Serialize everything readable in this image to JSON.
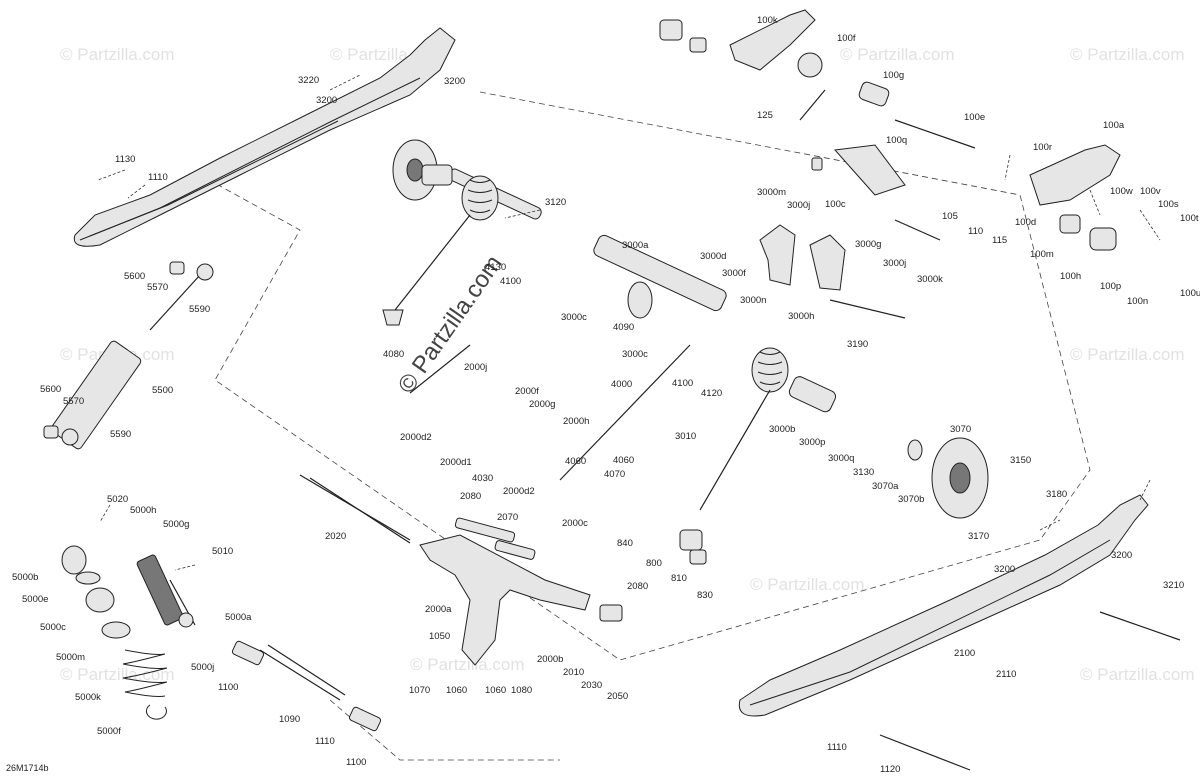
{
  "watermarks": {
    "primary": "© Partzilla.com",
    "tile": "© Partzilla.com"
  },
  "drawing_code": "26M1714b",
  "callouts": [
    "100k",
    "100f",
    "100g",
    "125",
    "100e",
    "100q",
    "100c",
    "100a",
    "100r",
    "100w",
    "100v",
    "100s",
    "100t",
    "100d",
    "100m",
    "100h",
    "100p",
    "100n",
    "100u",
    "3220",
    "3200",
    "3200",
    "1130",
    "1110",
    "5600",
    "5570",
    "5590",
    "5500",
    "5600",
    "5570",
    "5590",
    "3120",
    "4130",
    "4100",
    "3000a",
    "3000d",
    "3000f",
    "3000n",
    "3000c",
    "4090",
    "3000c",
    "3000m",
    "3000j",
    "3000g",
    "3000j",
    "3000k",
    "3000h",
    "3190",
    "105",
    "110",
    "115",
    "4080",
    "4060",
    "2000j",
    "2000f",
    "2000g",
    "2000h",
    "2000d2",
    "2000d1",
    "4030",
    "2000d2",
    "4000",
    "4100",
    "4120",
    "3010",
    "4060",
    "4070",
    "3000b",
    "3000p",
    "3000q",
    "3130",
    "3070a",
    "3070b",
    "3070",
    "3150",
    "3170",
    "3180",
    "5020",
    "5000h",
    "5000g",
    "5010",
    "5000b",
    "5000e",
    "5000c",
    "5000a",
    "5000m",
    "5000j",
    "5000k",
    "5000f",
    "2020",
    "2080",
    "2070",
    "2000c",
    "840",
    "800",
    "810",
    "830",
    "2000a",
    "2080",
    "1050",
    "2000b",
    "2010",
    "2030",
    "2050",
    "1070",
    "1060",
    "1060",
    "1080",
    "1100",
    "1090",
    "1110",
    "1100",
    "3200",
    "3210",
    "2100",
    "2110",
    "1110",
    "1120"
  ]
}
